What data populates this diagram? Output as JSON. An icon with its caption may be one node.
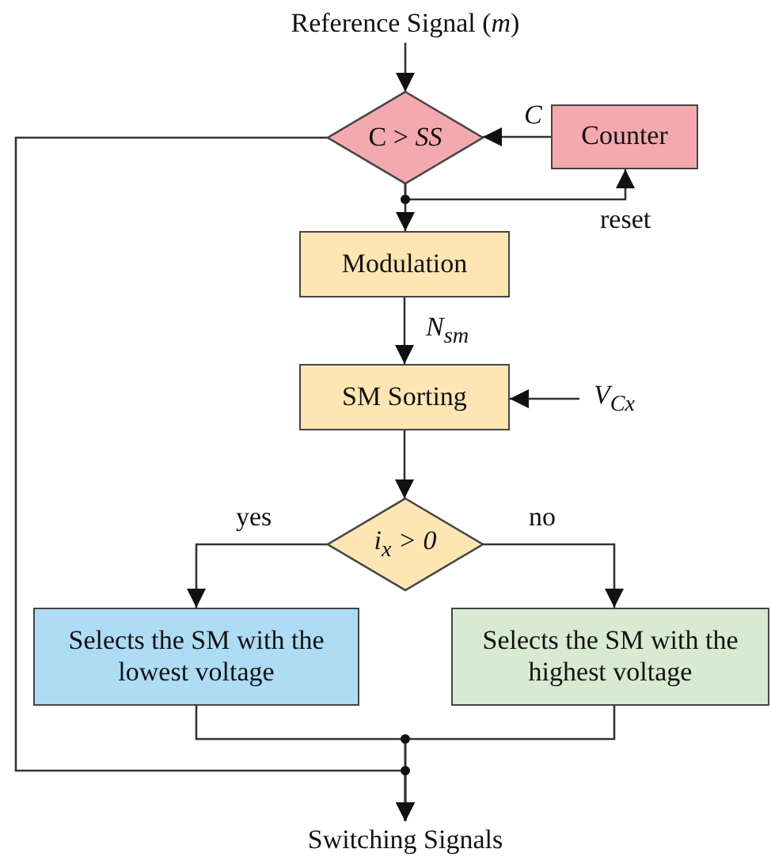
{
  "diagram": {
    "nodes": [
      {
        "text": [
          "Reference Signal (*m*)"
        ]
      },
      {
        "text": [
          "C > *SS*"
        ]
      },
      {
        "text": [
          "Counter"
        ]
      },
      {
        "text": [
          "Modulation"
        ]
      },
      {
        "text": [
          "SM Sorting"
        ]
      },
      {
        "text": [
          "V$_{Cx}$"
        ]
      },
      {
        "text": [
          "i$_{x}$ > 0"
        ]
      },
      {
        "text": [
          "Selects the SM with the lowest voltage"
        ]
      },
      {
        "text": [
          "Selects the SM with the highest voltage"
        ]
      },
      {
        "text": [
          "Switching Signals"
        ]
      }
    ],
    "edges": [
      {
        "from": 0,
        "to": 1,
        "arrow": "to"
      },
      {
        "from": 2,
        "to": 1,
        "arrow": "to",
        "label": "C"
      },
      {
        "from": 1,
        "to": 3,
        "arrow": "to"
      },
      {
        "from": 1,
        "to": 2,
        "arrow": "to",
        "label": "reset"
      },
      {
        "from": 3,
        "to": 4,
        "arrow": "to",
        "label": "N$_{sm}$"
      },
      {
        "from": 5,
        "to": 4,
        "arrow": "to"
      },
      {
        "from": 4,
        "to": 6,
        "arrow": "to"
      },
      {
        "from": 6,
        "to": 7,
        "arrow": "to",
        "label": "yes"
      },
      {
        "from": 6,
        "to": 8,
        "arrow": "to",
        "label": "no"
      },
      {
        "from": 7,
        "to": 9,
        "arrow": "to"
      },
      {
        "from": 8,
        "to": 9,
        "arrow": "to"
      },
      {
        "from": 1,
        "to": 9,
        "arrow": "to"
      }
    ]
  }
}
